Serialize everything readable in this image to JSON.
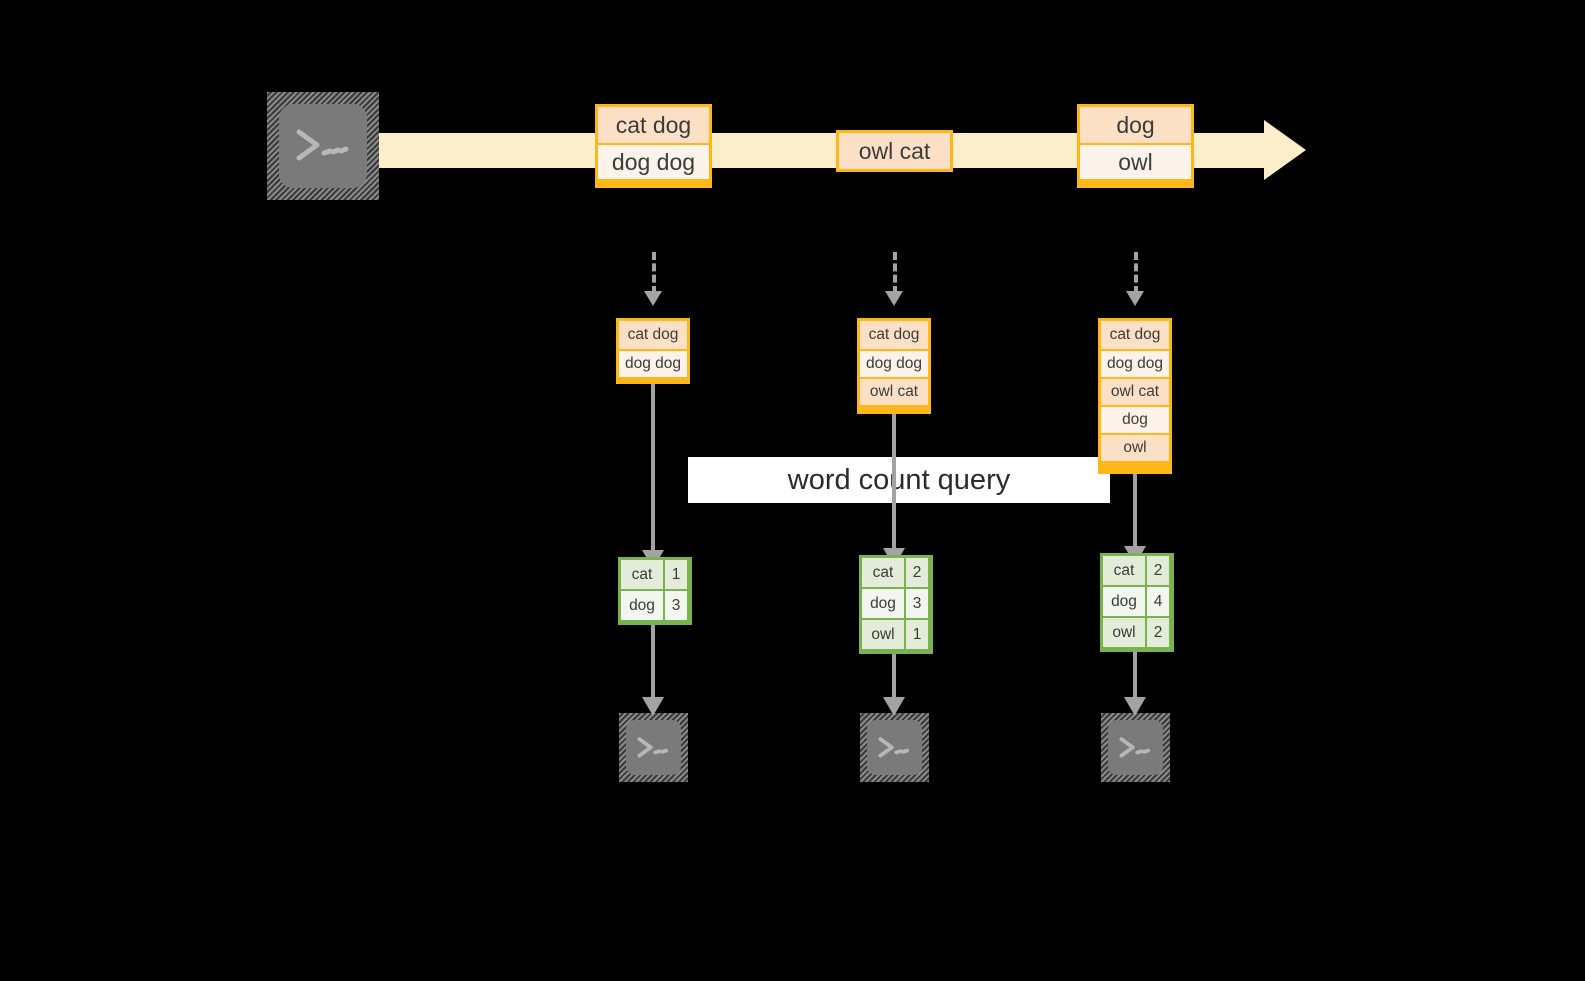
{
  "diagram": {
    "title": "word count query",
    "colors": {
      "background": "#000000",
      "stream": "#fbeec8",
      "record_border": "#ffb619",
      "record_fill_light": "#fdf3ea",
      "record_fill_shade": "#fbe0c6",
      "table_border": "#79b350",
      "table_fill_light": "#f2f6ee",
      "table_fill_shade": "#e2ecd8",
      "connector": "#a3a3a3",
      "icon_fill": "#7a7a7a",
      "banner": "#ffffff"
    },
    "source": {
      "icon": "terminal-icon",
      "glyph": ">_"
    },
    "stream": {
      "name": "event-stream-arrow",
      "batches": [
        {
          "name": "stream-batch-1",
          "rows": [
            {
              "text": "cat dog",
              "shaded": true
            },
            {
              "text": "dog dog",
              "shaded": false
            }
          ]
        },
        {
          "name": "stream-batch-2",
          "rows": [
            {
              "text": "owl cat",
              "shaded": true
            }
          ]
        },
        {
          "name": "stream-batch-3",
          "rows": [
            {
              "text": "dog",
              "shaded": true
            },
            {
              "text": "owl",
              "shaded": false
            }
          ]
        }
      ]
    },
    "snapshots": [
      {
        "name": "snapshot-1",
        "input_rows": [
          {
            "text": "cat dog",
            "shaded": true
          },
          {
            "text": "dog dog",
            "shaded": false
          }
        ],
        "result_rows": [
          {
            "key": "cat",
            "value": "1",
            "shaded": true
          },
          {
            "key": "dog",
            "value": "3",
            "shaded": false
          }
        ],
        "sink": {
          "icon": "terminal-icon",
          "glyph": ">_"
        }
      },
      {
        "name": "snapshot-2",
        "input_rows": [
          {
            "text": "cat dog",
            "shaded": true
          },
          {
            "text": "dog dog",
            "shaded": false
          },
          {
            "text": "owl cat",
            "shaded": true
          }
        ],
        "result_rows": [
          {
            "key": "cat",
            "value": "2",
            "shaded": true
          },
          {
            "key": "dog",
            "value": "3",
            "shaded": false
          },
          {
            "key": "owl",
            "value": "1",
            "shaded": true
          }
        ],
        "sink": {
          "icon": "terminal-icon",
          "glyph": ">_"
        }
      },
      {
        "name": "snapshot-3",
        "input_rows": [
          {
            "text": "cat dog",
            "shaded": true
          },
          {
            "text": "dog dog",
            "shaded": false
          },
          {
            "text": "owl cat",
            "shaded": true
          },
          {
            "text": "dog",
            "shaded": false
          },
          {
            "text": "owl",
            "shaded": true
          }
        ],
        "result_rows": [
          {
            "key": "cat",
            "value": "2",
            "shaded": true
          },
          {
            "key": "dog",
            "value": "4",
            "shaded": false
          },
          {
            "key": "owl",
            "value": "2",
            "shaded": true
          }
        ],
        "sink": {
          "icon": "terminal-icon",
          "glyph": ">_"
        }
      }
    ]
  }
}
